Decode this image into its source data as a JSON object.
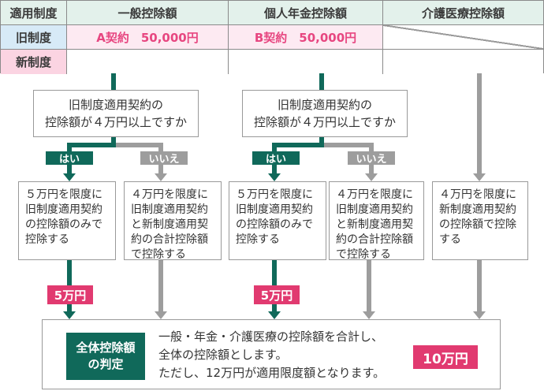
{
  "table": {
    "header": [
      "適用制度",
      "一般控除額",
      "個人年金控除額",
      "介護医療控除額"
    ],
    "rows": [
      {
        "label": "旧制度",
        "general": "A契約　50,000円",
        "pension": "B契約　50,000円",
        "care": ""
      },
      {
        "label": "新制度",
        "general": "",
        "pension": "",
        "care": ""
      }
    ]
  },
  "decisions": [
    {
      "lines": [
        "旧制度適用契約の",
        "控除額が４万円以上ですか"
      ],
      "yes_label": "はい",
      "no_label": "いいえ"
    },
    {
      "lines": [
        "旧制度適用契約の",
        "控除額が４万円以上ですか"
      ],
      "yes_label": "はい",
      "no_label": "いいえ"
    }
  ],
  "result_boxes": [
    {
      "lines": [
        "５万円を限度に",
        "旧制度適用契約",
        "の控除額のみで",
        "控除する"
      ]
    },
    {
      "lines": [
        "４万円を限度に",
        "旧制度適用契約",
        "と新制度適用契",
        "約の合計控除額",
        "で控除する"
      ]
    },
    {
      "lines": [
        "５万円を限度に",
        "旧制度適用契約",
        "の控除額のみで",
        "控除する"
      ]
    },
    {
      "lines": [
        "４万円を限度に",
        "旧制度適用契約",
        "と新制度適用契",
        "約の合計控除額",
        "で控除する"
      ]
    },
    {
      "lines": [
        "４万円を限度に",
        "新制度適用契約",
        "の控除額で控除",
        "する"
      ]
    }
  ],
  "badges": {
    "five_man_left": "5万円",
    "five_man_right": "5万円",
    "ten_man": "10万円"
  },
  "summary": {
    "title_lines": [
      "全体控除額",
      "の判定"
    ],
    "text_lines": [
      "一般・年金・介護医療の控除額を合計し、",
      "全体の控除額とします。",
      "ただし、12万円が適用限度額となります。"
    ]
  },
  "colors": {
    "teal": "#10695a",
    "gray": "#9d9d9d",
    "pink_badge": "#e13a70",
    "pink_text": "#e74680",
    "header_bg": "#e3f1eb",
    "old_label_bg": "#d7eaf7",
    "new_label_bg": "#fbd4e2",
    "old_value_bg": "#fdeaf2",
    "border_gray": "#8a8a8a",
    "text": "#333333"
  }
}
